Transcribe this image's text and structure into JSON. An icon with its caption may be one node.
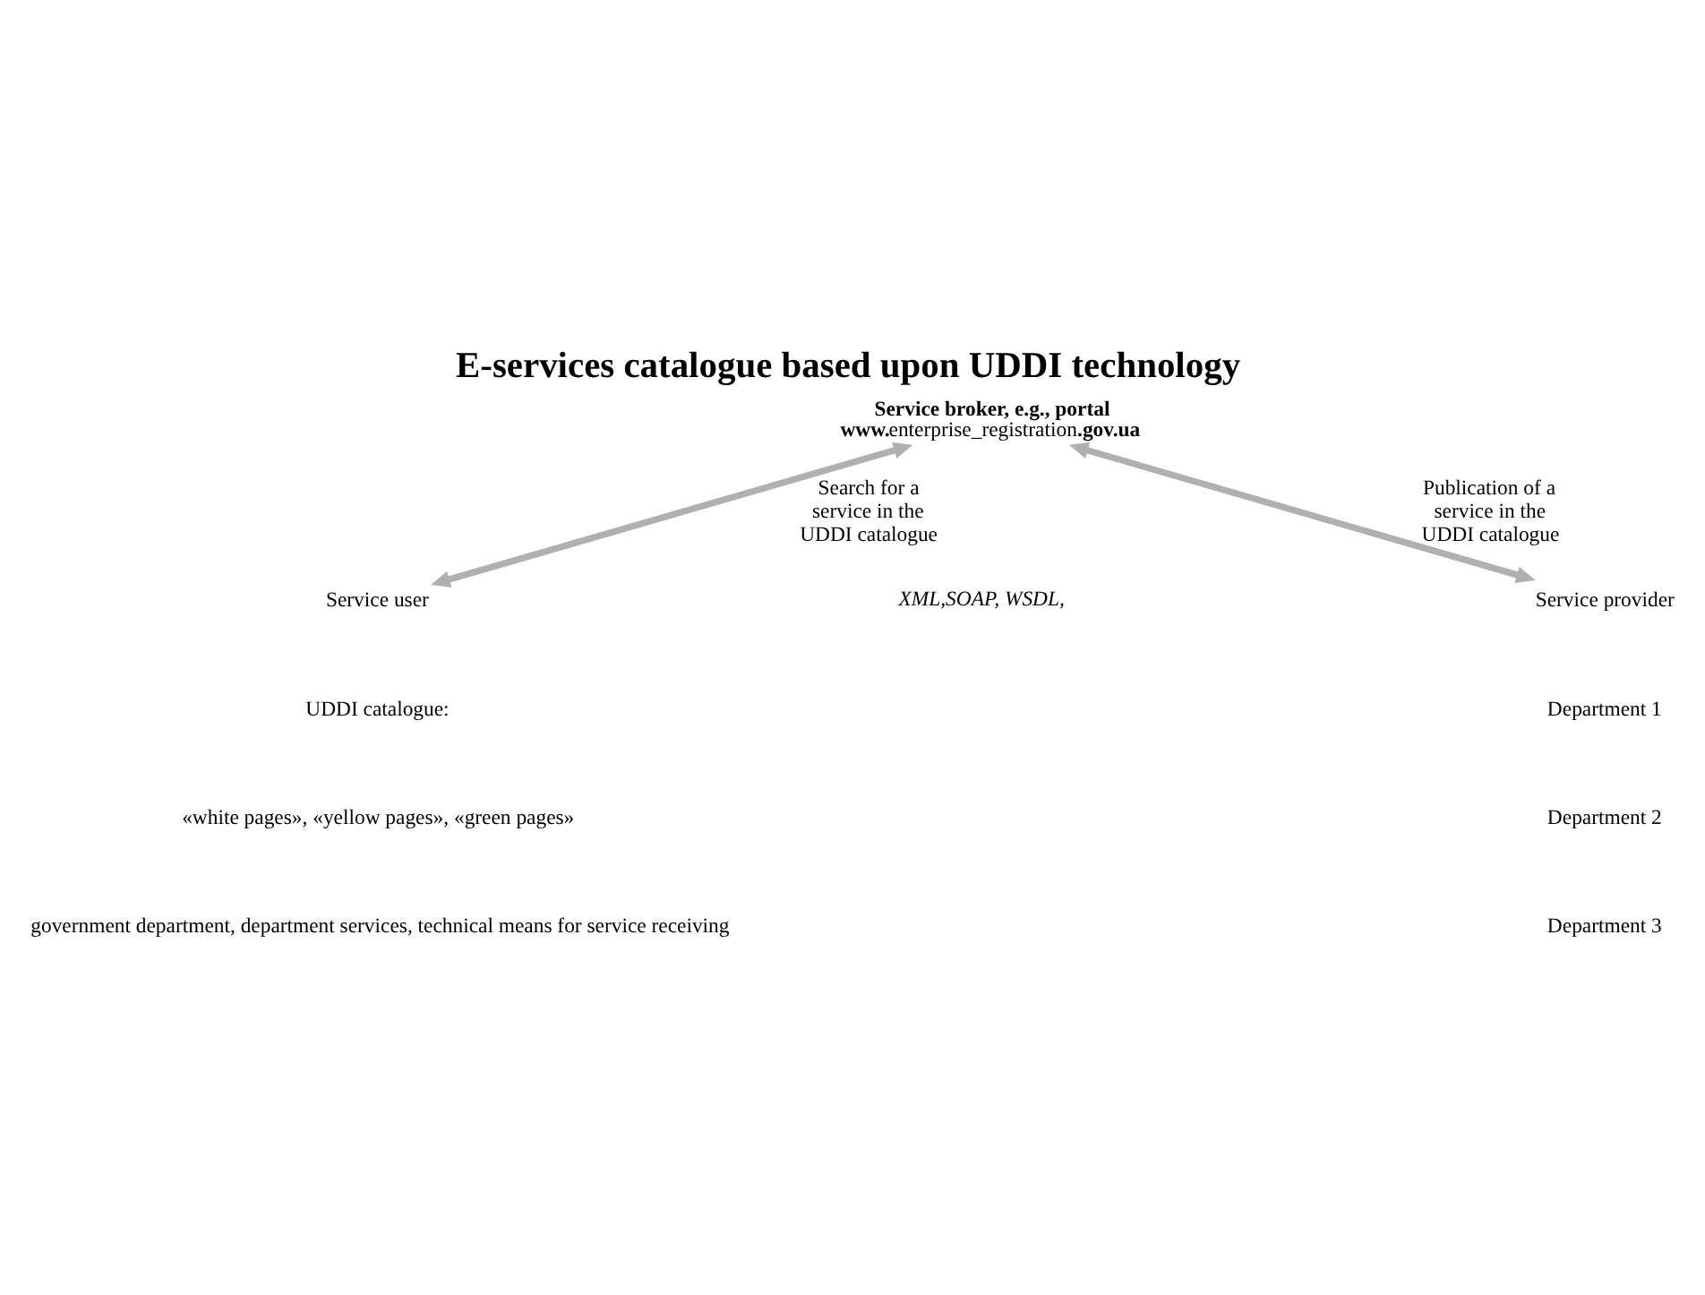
{
  "diagram": {
    "title": "E-services catalogue based upon UDDI technology",
    "nodes": [
      {
        "text": [
          "**Service broker, e.g., portal**",
          "**www.**enterprise_registration**.gov.ua**"
        ]
      },
      {
        "text": [
          "Service user"
        ]
      },
      {
        "text": [
          "Service provider"
        ]
      }
    ],
    "edges": [
      {
        "from": 0,
        "to": 1,
        "arrow": "both",
        "label": "Search for a service in the UDDI catalogue"
      },
      {
        "from": 0,
        "to": 2,
        "arrow": "both",
        "label": "Publication of a service in the UDDI catalogue"
      }
    ],
    "labels": [
      "*XML,SOAP, WSDL,*",
      "Department 1",
      "Department 2",
      "Department 3",
      "UDDI catalogue:",
      "«white pages», «yellow pages», «green pages»",
      "government department, department services, technical means for service receiving"
    ]
  }
}
